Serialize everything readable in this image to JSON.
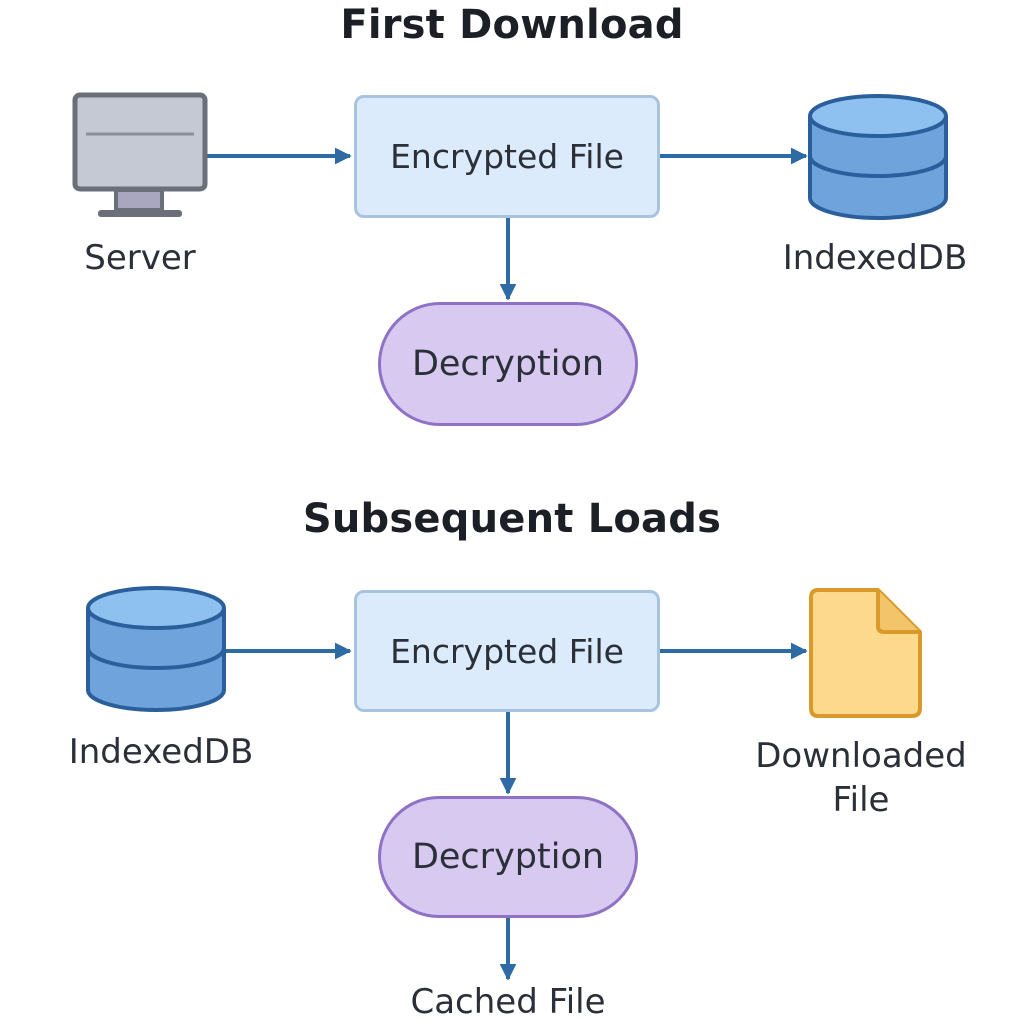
{
  "sections": {
    "first": {
      "title": "First Download",
      "source_label": "Server",
      "box_label": "Encrypted File",
      "target_label": "IndexedDB",
      "process_label": "Decryption"
    },
    "second": {
      "title": "Subsequent Loads",
      "source_label": "IndexedDB",
      "box_label": "Encrypted File",
      "target_label_line1": "Downloaded",
      "target_label_line2": "File",
      "process_label": "Decryption",
      "output_label": "Cached File"
    }
  },
  "colors": {
    "arrow": "#2e6aa3",
    "box_fill": "#dcebfb",
    "box_border": "#a7c3e0",
    "pill_fill": "#d8c9f1",
    "pill_border": "#8f72c6",
    "db_fill": "#6ea3dc",
    "db_top": "#8ec0f0",
    "db_stroke": "#2b5f9c",
    "file_fill": "#fcd98d",
    "file_stroke": "#d99a2b",
    "monitor_fill": "#c5c9d3",
    "monitor_stroke": "#6b6f7a",
    "stand_fill": "#a9a7bf"
  },
  "icons": {
    "server": "monitor-icon",
    "database": "database-icon",
    "file": "document-icon"
  }
}
